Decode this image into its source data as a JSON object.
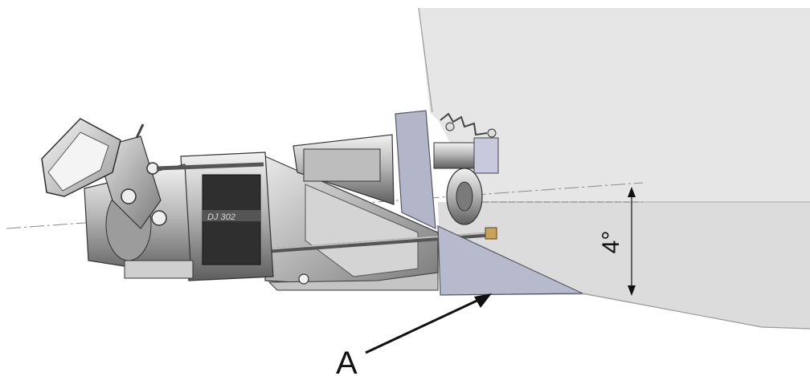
{
  "diagram": {
    "callout_label": "A",
    "angle_label": "4°",
    "nozzle_marking": "DJ 302",
    "colors": {
      "hull": "#e6e6e6",
      "hull_edge": "#9a9a9a",
      "wedge": "#b7b9cc",
      "machinery": "#8a8a8a",
      "machinery_dark": "#2e2e2e",
      "text": "#111111"
    }
  }
}
